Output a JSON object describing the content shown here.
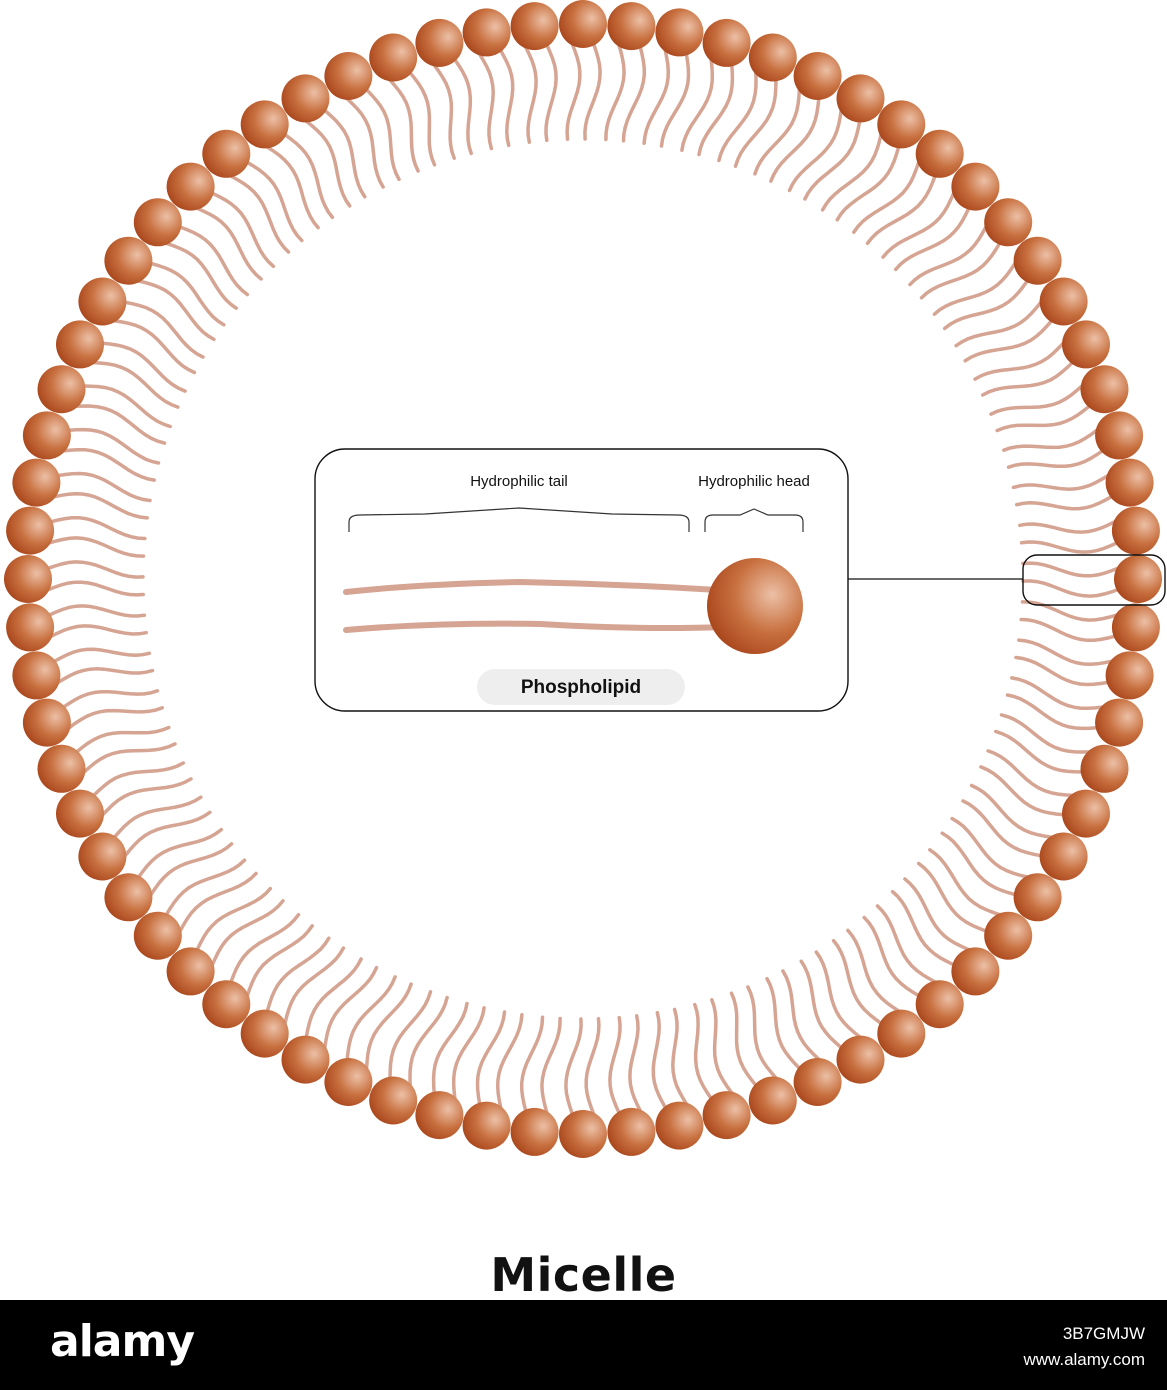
{
  "diagram": {
    "title": "Micelle",
    "inset": {
      "label_tail": "Hydrophilic tail",
      "label_head": "Hydrophilic head",
      "molecule_label": "Phospholipid"
    },
    "micelle": {
      "head_count": 72,
      "tails_per_head": 2
    },
    "colors": {
      "head_light": "#e8b59a",
      "head_mid": "#c86a3b",
      "head_dark": "#a9481f",
      "tail": "#d5a493",
      "outline": "#111111"
    }
  },
  "footer": {
    "logo_text": "alamy",
    "image_id": "3B7GMJW",
    "url": "www.alamy.com"
  }
}
